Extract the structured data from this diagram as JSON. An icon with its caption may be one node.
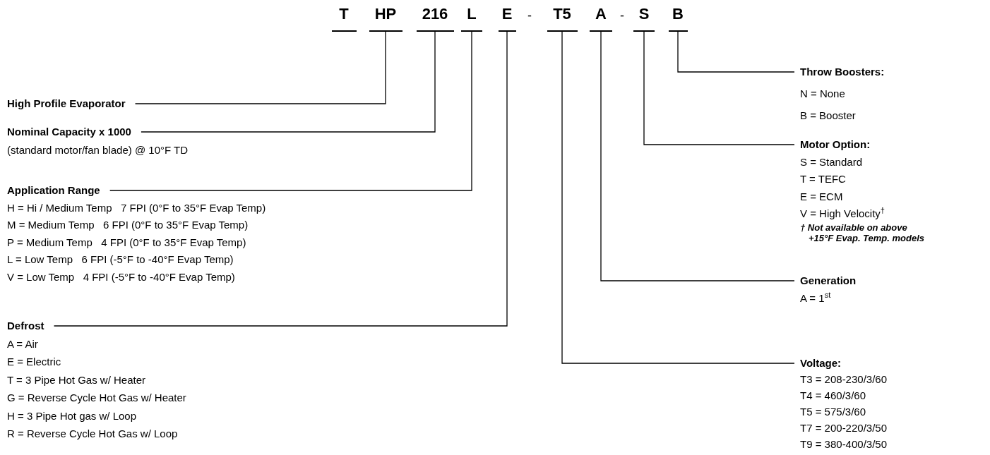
{
  "diagram": {
    "nodes": [
      {
        "text": [
          "T"
        ]
      },
      {
        "text": [
          "HP"
        ]
      },
      {
        "text": [
          "216"
        ]
      },
      {
        "text": [
          "L"
        ]
      },
      {
        "text": [
          "E"
        ]
      },
      {
        "text": [
          "T5"
        ]
      },
      {
        "text": [
          "A"
        ]
      },
      {
        "text": [
          "S"
        ]
      },
      {
        "text": [
          "B"
        ]
      },
      {
        "text": [
          "High Profile Evaporator"
        ]
      },
      {
        "text": [
          "Nominal Capacity x 1000",
          "(standard motor/fan blade) @ 10°F TD"
        ]
      },
      {
        "text": [
          "Application Range",
          "H = Hi / Medium Temp   7 FPI (0°F to 35°F Evap Temp)",
          "M = Medium Temp   6 FPI (0°F to 35°F Evap Temp)",
          "P = Medium Temp   4 FPI (0°F to 35°F Evap Temp)",
          "L = Low Temp   6 FPI (-5°F to -40°F Evap Temp)",
          "V = Low Temp   4 FPI (-5°F to -40°F Evap Temp)"
        ]
      },
      {
        "text": [
          "Defrost",
          "A = Air",
          "E = Electric",
          "T = 3 Pipe Hot Gas w/ Heater",
          "G = Reverse Cycle Hot Gas w/ Heater",
          "H = 3 Pipe Hot gas w/ Loop",
          "R = Reverse Cycle Hot Gas w/ Loop"
        ]
      },
      {
        "text": [
          "Throw Boosters:",
          "N = None",
          "B = Booster"
        ]
      },
      {
        "text": [
          "Motor Option:",
          "S = Standard",
          "T = TEFC",
          "E = ECM",
          "V = High Velocity$^{†}$"
        ],
        "beside": [
          "† Not available on above +15°F Evap. Temp. models"
        ]
      },
      {
        "text": [
          "Generation",
          "A = 1$^{st}$"
        ]
      },
      {
        "text": [
          "Voltage:",
          "T3 = 208-230/3/60",
          "T4 = 460/3/60",
          "T5 = 575/3/60",
          "T7 = 200-220/3/50",
          "T9 = 380-400/3/50"
        ]
      }
    ],
    "edges": [
      {
        "from": 1,
        "to": 9,
        "arrow": "none"
      },
      {
        "from": 2,
        "to": 10,
        "arrow": "none"
      },
      {
        "from": 3,
        "to": 11,
        "arrow": "none"
      },
      {
        "from": 4,
        "to": 12,
        "arrow": "none"
      },
      {
        "from": 8,
        "to": 13,
        "arrow": "none"
      },
      {
        "from": 7,
        "to": 14,
        "arrow": "none"
      },
      {
        "from": 6,
        "to": 15,
        "arrow": "none"
      },
      {
        "from": 5,
        "to": 16,
        "arrow": "none"
      }
    ],
    "labels": [
      "-",
      "-"
    ]
  }
}
